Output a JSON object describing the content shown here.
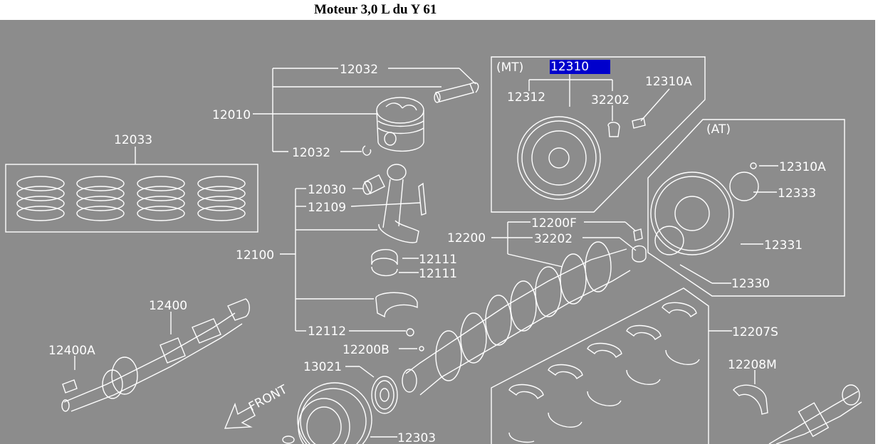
{
  "title": "Moteur  3,0 L  du Y 61",
  "colors": {
    "diagram_bg": "#8c8c8c",
    "line": "#ffffff",
    "highlight": "#0000cc"
  },
  "labels": {
    "p12032a": "12032",
    "p12032b": "12032",
    "p12010": "12010",
    "p12033": "12033",
    "p12030": "12030",
    "p12109": "12109",
    "p12100": "12100",
    "p12111a": "12111",
    "p12111b": "12111",
    "p12112": "12112",
    "p12400": "12400",
    "p12400A": "12400A",
    "p13021": "13021",
    "p12303": "12303",
    "p12200B": "12200B",
    "p12200": "12200",
    "p12200F": "12200F",
    "p32202b": "32202",
    "mt_tag": "(MT)",
    "p12310": "12310",
    "p12312": "12312",
    "p32202a": "32202",
    "p12310A_mt": "12310A",
    "at_tag": "(AT)",
    "p12310A_at": "12310A",
    "p12333": "12333",
    "p12331": "12331",
    "p12330": "12330",
    "p12207S": "12207S",
    "p12208M": "12208M",
    "front": "FRONT"
  }
}
